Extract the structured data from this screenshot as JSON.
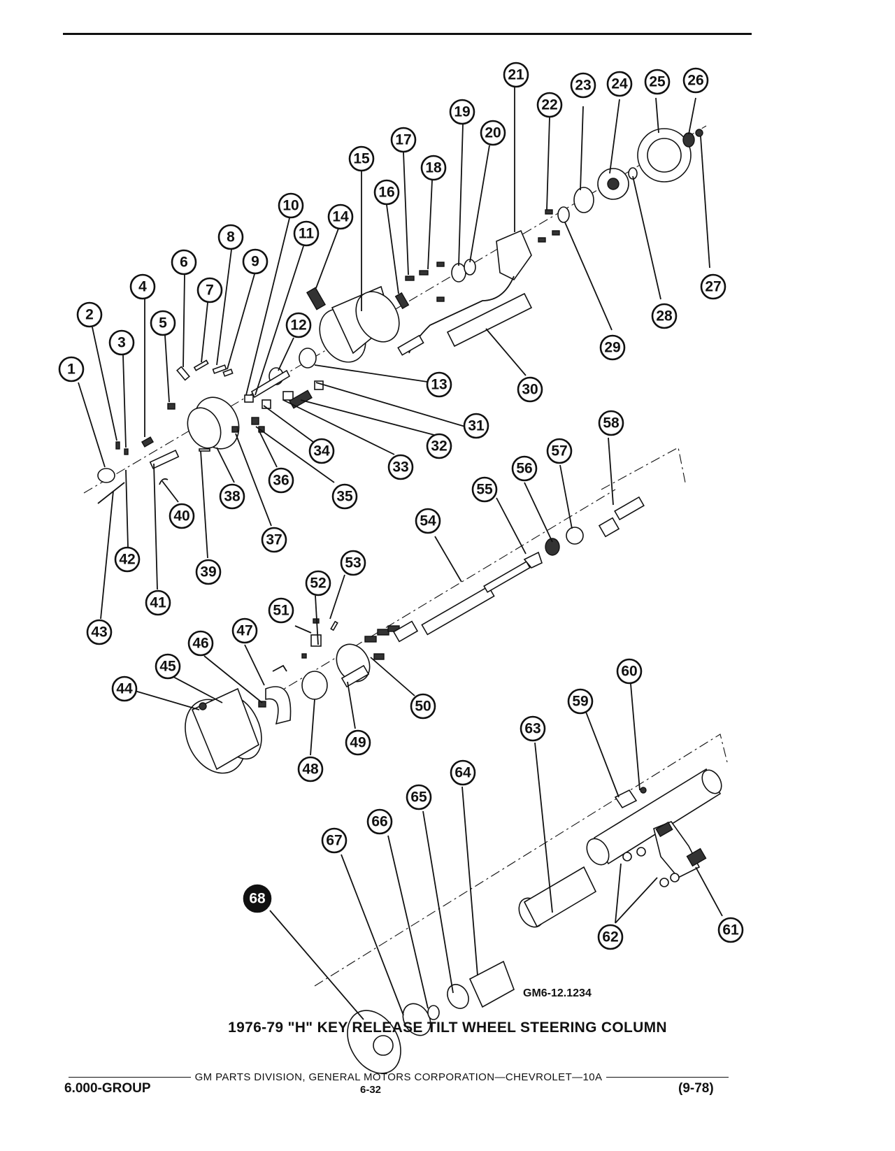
{
  "figure": {
    "id_label": "GM6-12.1234",
    "caption": "1976-79 \"H\" KEY RELEASE TILT WHEEL STEERING COLUMN"
  },
  "footer": {
    "publisher": "GM PARTS DIVISION, GENERAL MOTORS CORPORATION—CHEVROLET—10A",
    "group": "6.000-GROUP",
    "page": "6-32",
    "date": "(9-78)"
  },
  "callouts": [
    "1",
    "2",
    "3",
    "4",
    "5",
    "6",
    "7",
    "8",
    "9",
    "10",
    "11",
    "12",
    "13",
    "14",
    "15",
    "16",
    "17",
    "18",
    "19",
    "20",
    "21",
    "22",
    "23",
    "24",
    "25",
    "26",
    "27",
    "28",
    "29",
    "30",
    "31",
    "32",
    "33",
    "34",
    "35",
    "36",
    "37",
    "38",
    "39",
    "40",
    "41",
    "42",
    "43",
    "44",
    "45",
    "46",
    "47",
    "48",
    "49",
    "50",
    "51",
    "52",
    "53",
    "54",
    "55",
    "56",
    "57",
    "58",
    "59",
    "60",
    "61",
    "62",
    "63",
    "64",
    "65",
    "66",
    "67",
    "68"
  ]
}
